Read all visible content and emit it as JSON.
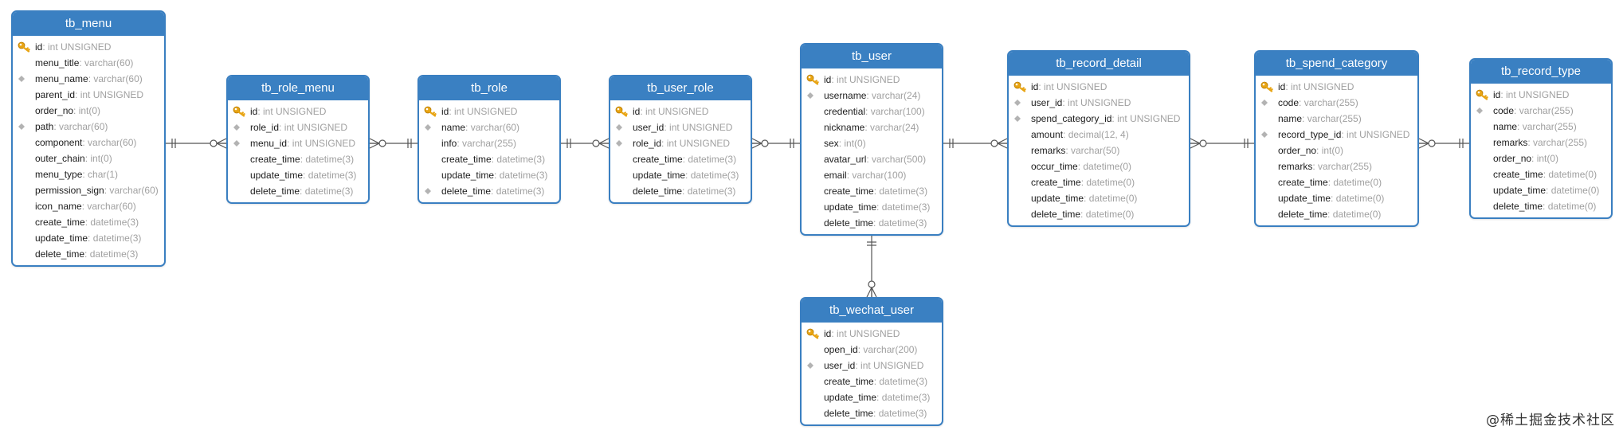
{
  "diagram": {
    "tables": [
      {
        "id": "tb_menu",
        "name": "tb_menu",
        "fields": [
          {
            "name": "id",
            "type": ": int UNSIGNED",
            "key": "primary"
          },
          {
            "name": "menu_title",
            "type": ": varchar(60)",
            "key": "none"
          },
          {
            "name": "menu_name",
            "type": ": varchar(60)",
            "key": "index"
          },
          {
            "name": "parent_id",
            "type": ": int UNSIGNED",
            "key": "none"
          },
          {
            "name": "order_no",
            "type": ": int(0)",
            "key": "none"
          },
          {
            "name": "path",
            "type": ": varchar(60)",
            "key": "index"
          },
          {
            "name": "component",
            "type": ": varchar(60)",
            "key": "none"
          },
          {
            "name": "outer_chain",
            "type": ": int(0)",
            "key": "none"
          },
          {
            "name": "menu_type",
            "type": ": char(1)",
            "key": "none"
          },
          {
            "name": "permission_sign",
            "type": ": varchar(60)",
            "key": "none"
          },
          {
            "name": "icon_name",
            "type": ": varchar(60)",
            "key": "none"
          },
          {
            "name": "create_time",
            "type": ": datetime(3)",
            "key": "none"
          },
          {
            "name": "update_time",
            "type": ": datetime(3)",
            "key": "none"
          },
          {
            "name": "delete_time",
            "type": ": datetime(3)",
            "key": "none"
          }
        ]
      },
      {
        "id": "tb_role_menu",
        "name": "tb_role_menu",
        "fields": [
          {
            "name": "id",
            "type": ": int UNSIGNED",
            "key": "primary"
          },
          {
            "name": "role_id",
            "type": ": int UNSIGNED",
            "key": "index"
          },
          {
            "name": "menu_id",
            "type": ": int UNSIGNED",
            "key": "index"
          },
          {
            "name": "create_time",
            "type": ": datetime(3)",
            "key": "none"
          },
          {
            "name": "update_time",
            "type": ": datetime(3)",
            "key": "none"
          },
          {
            "name": "delete_time",
            "type": ": datetime(3)",
            "key": "none"
          }
        ]
      },
      {
        "id": "tb_role",
        "name": "tb_role",
        "fields": [
          {
            "name": "id",
            "type": ": int UNSIGNED",
            "key": "primary"
          },
          {
            "name": "name",
            "type": ": varchar(60)",
            "key": "index"
          },
          {
            "name": "info",
            "type": ": varchar(255)",
            "key": "none"
          },
          {
            "name": "create_time",
            "type": ": datetime(3)",
            "key": "none"
          },
          {
            "name": "update_time",
            "type": ": datetime(3)",
            "key": "none"
          },
          {
            "name": "delete_time",
            "type": ": datetime(3)",
            "key": "index"
          }
        ]
      },
      {
        "id": "tb_user_role",
        "name": "tb_user_role",
        "fields": [
          {
            "name": "id",
            "type": ": int UNSIGNED",
            "key": "primary"
          },
          {
            "name": "user_id",
            "type": ": int UNSIGNED",
            "key": "index"
          },
          {
            "name": "role_id",
            "type": ": int UNSIGNED",
            "key": "index"
          },
          {
            "name": "create_time",
            "type": ": datetime(3)",
            "key": "none"
          },
          {
            "name": "update_time",
            "type": ": datetime(3)",
            "key": "none"
          },
          {
            "name": "delete_time",
            "type": ": datetime(3)",
            "key": "none"
          }
        ]
      },
      {
        "id": "tb_user",
        "name": "tb_user",
        "fields": [
          {
            "name": "id",
            "type": ": int UNSIGNED",
            "key": "primary"
          },
          {
            "name": "username",
            "type": ": varchar(24)",
            "key": "index"
          },
          {
            "name": "credential",
            "type": ": varchar(100)",
            "key": "none"
          },
          {
            "name": "nickname",
            "type": ": varchar(24)",
            "key": "none"
          },
          {
            "name": "sex",
            "type": ": int(0)",
            "key": "none"
          },
          {
            "name": "avatar_url",
            "type": ": varchar(500)",
            "key": "none"
          },
          {
            "name": "email",
            "type": ": varchar(100)",
            "key": "none"
          },
          {
            "name": "create_time",
            "type": ": datetime(3)",
            "key": "none"
          },
          {
            "name": "update_time",
            "type": ": datetime(3)",
            "key": "none"
          },
          {
            "name": "delete_time",
            "type": ": datetime(3)",
            "key": "none"
          }
        ]
      },
      {
        "id": "tb_record_detail",
        "name": "tb_record_detail",
        "fields": [
          {
            "name": "id",
            "type": ": int UNSIGNED",
            "key": "primary"
          },
          {
            "name": "user_id",
            "type": ": int UNSIGNED",
            "key": "index"
          },
          {
            "name": "spend_category_id",
            "type": ": int UNSIGNED",
            "key": "index"
          },
          {
            "name": "amount",
            "type": ": decimal(12, 4)",
            "key": "none"
          },
          {
            "name": "remarks",
            "type": ": varchar(50)",
            "key": "none"
          },
          {
            "name": "occur_time",
            "type": ": datetime(0)",
            "key": "none"
          },
          {
            "name": "create_time",
            "type": ": datetime(0)",
            "key": "none"
          },
          {
            "name": "update_time",
            "type": ": datetime(0)",
            "key": "none"
          },
          {
            "name": "delete_time",
            "type": ": datetime(0)",
            "key": "none"
          }
        ]
      },
      {
        "id": "tb_spend_category",
        "name": "tb_spend_category",
        "fields": [
          {
            "name": "id",
            "type": ": int UNSIGNED",
            "key": "primary"
          },
          {
            "name": "code",
            "type": ": varchar(255)",
            "key": "index"
          },
          {
            "name": "name",
            "type": ": varchar(255)",
            "key": "none"
          },
          {
            "name": "record_type_id",
            "type": ": int UNSIGNED",
            "key": "index"
          },
          {
            "name": "order_no",
            "type": ": int(0)",
            "key": "none"
          },
          {
            "name": "remarks",
            "type": ": varchar(255)",
            "key": "none"
          },
          {
            "name": "create_time",
            "type": ": datetime(0)",
            "key": "none"
          },
          {
            "name": "update_time",
            "type": ": datetime(0)",
            "key": "none"
          },
          {
            "name": "delete_time",
            "type": ": datetime(0)",
            "key": "none"
          }
        ]
      },
      {
        "id": "tb_record_type",
        "name": "tb_record_type",
        "fields": [
          {
            "name": "id",
            "type": ": int UNSIGNED",
            "key": "primary"
          },
          {
            "name": "code",
            "type": ": varchar(255)",
            "key": "index"
          },
          {
            "name": "name",
            "type": ": varchar(255)",
            "key": "none"
          },
          {
            "name": "remarks",
            "type": ": varchar(255)",
            "key": "none"
          },
          {
            "name": "order_no",
            "type": ": int(0)",
            "key": "none"
          },
          {
            "name": "create_time",
            "type": ": datetime(0)",
            "key": "none"
          },
          {
            "name": "update_time",
            "type": ": datetime(0)",
            "key": "none"
          },
          {
            "name": "delete_time",
            "type": ": datetime(0)",
            "key": "none"
          }
        ]
      },
      {
        "id": "tb_wechat_user",
        "name": "tb_wechat_user",
        "fields": [
          {
            "name": "id",
            "type": ": int UNSIGNED",
            "key": "primary"
          },
          {
            "name": "open_id",
            "type": ": varchar(200)",
            "key": "none"
          },
          {
            "name": "user_id",
            "type": ": int UNSIGNED",
            "key": "index"
          },
          {
            "name": "create_time",
            "type": ": datetime(3)",
            "key": "none"
          },
          {
            "name": "update_time",
            "type": ": datetime(3)",
            "key": "none"
          },
          {
            "name": "delete_time",
            "type": ": datetime(3)",
            "key": "none"
          }
        ]
      }
    ],
    "relationships": [
      {
        "one": "tb_menu",
        "many": "tb_role_menu"
      },
      {
        "one": "tb_role",
        "many": "tb_role_menu"
      },
      {
        "one": "tb_role",
        "many": "tb_user_role"
      },
      {
        "one": "tb_user",
        "many": "tb_user_role"
      },
      {
        "one": "tb_user",
        "many": "tb_record_detail"
      },
      {
        "one": "tb_spend_category",
        "many": "tb_record_detail"
      },
      {
        "one": "tb_record_type",
        "many": "tb_spend_category"
      },
      {
        "one": "tb_user",
        "many": "tb_wechat_user"
      }
    ]
  },
  "colors": {
    "header": "#3a80c2",
    "border": "#3a7fc1",
    "field_type": "#a0a0a0",
    "key_icon": "#e8a412",
    "index_icon": "#9a9a9a",
    "connector": "#555555"
  },
  "watermark": "@稀土掘金技术社区"
}
